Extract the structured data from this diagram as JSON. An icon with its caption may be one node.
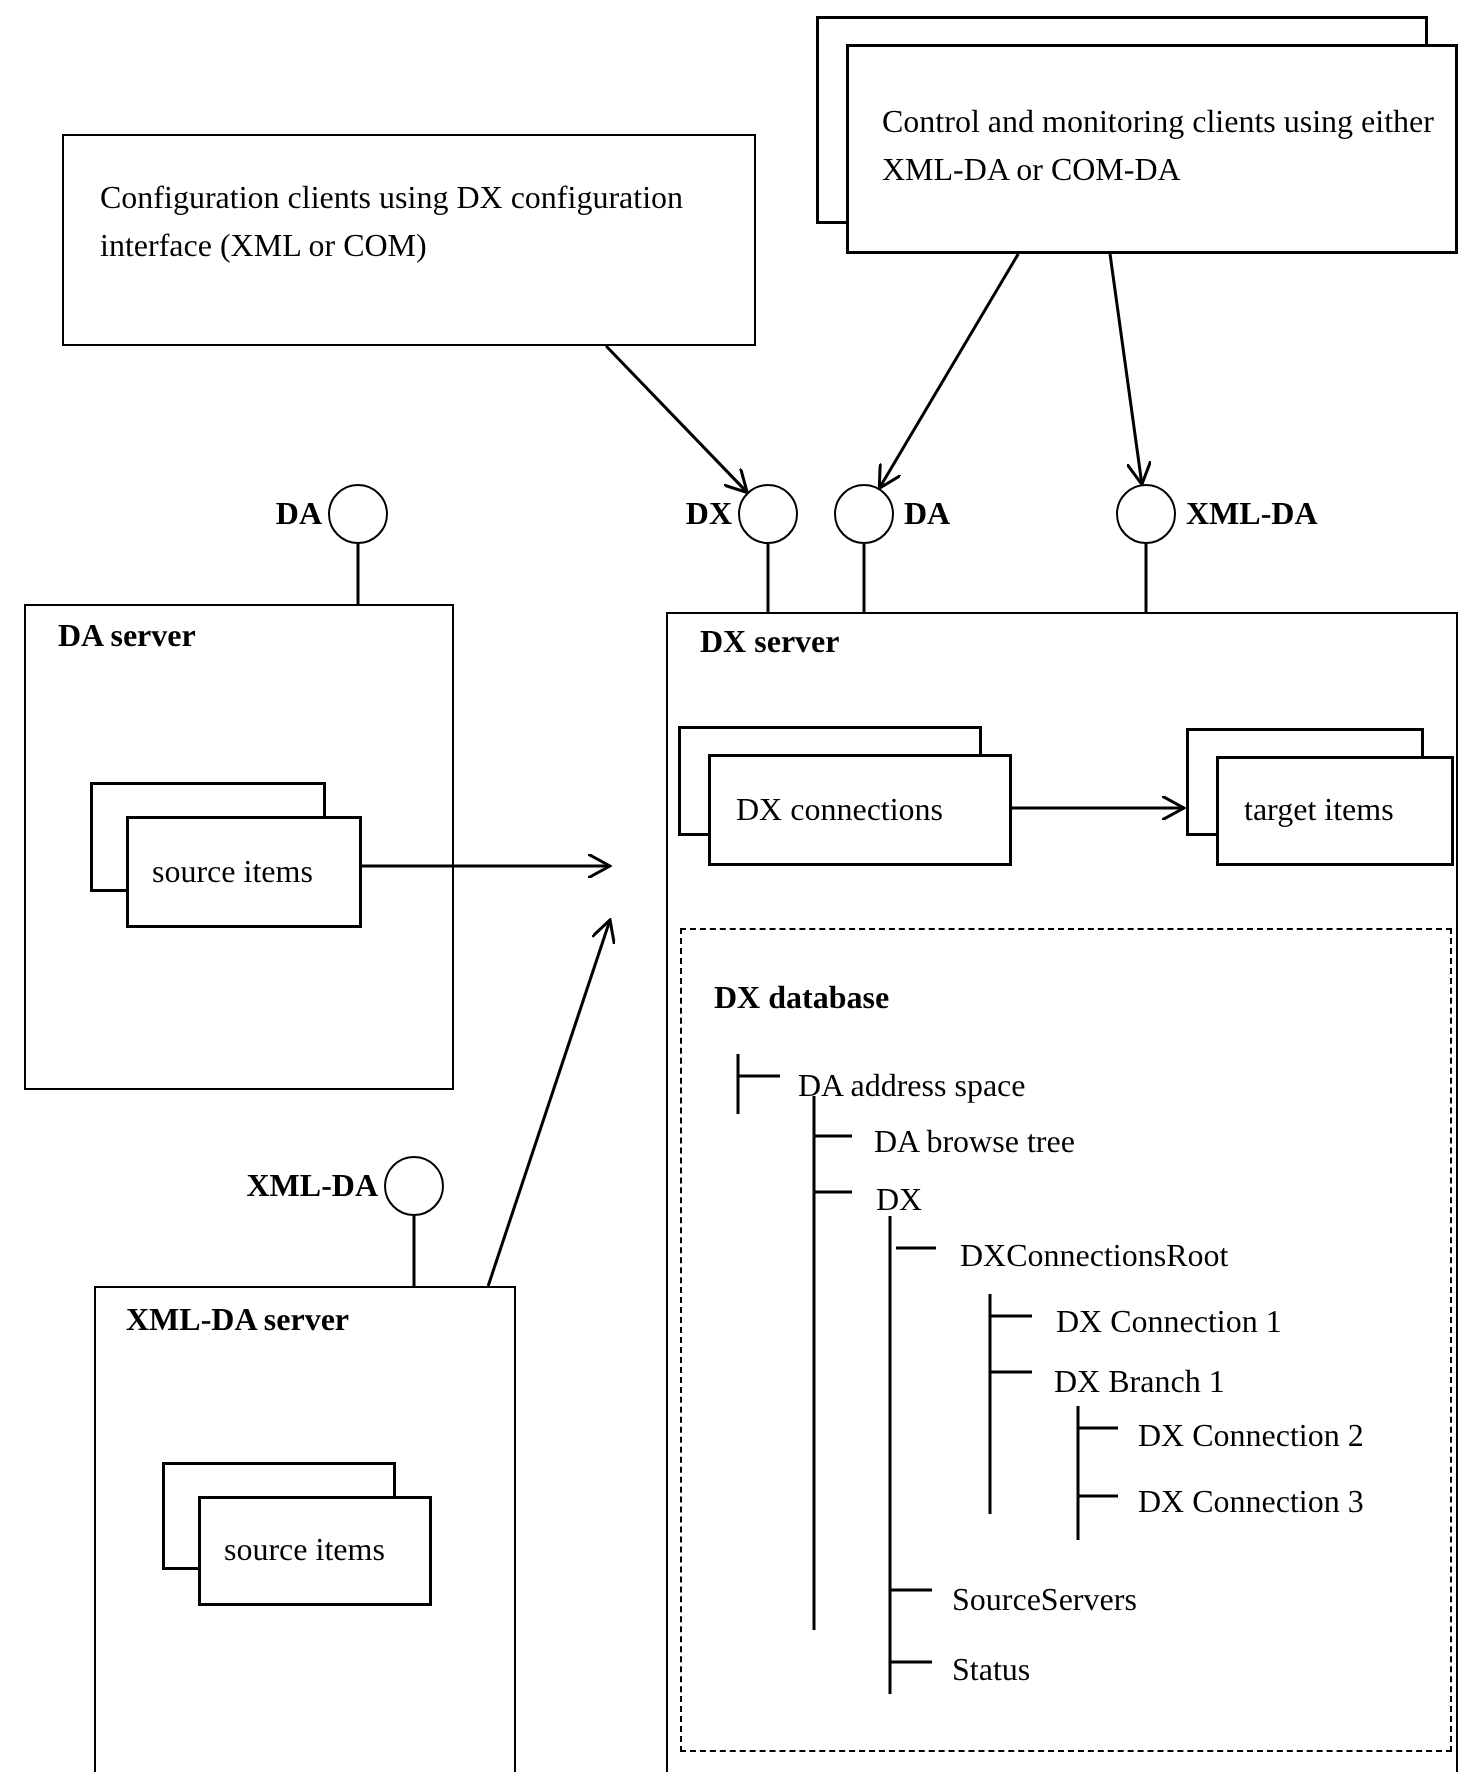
{
  "diagram": {
    "nodes": [
      {
        "text": [
          "Configuration clients using DX configuration interface (XML or COM)"
        ]
      },
      {
        "text": [
          "Control and monitoring clients using either XML-DA or COM-DA"
        ]
      },
      {
        "text": [
          "DA server"
        ]
      },
      {
        "text": [
          "source items"
        ],
        "in": 2
      },
      {
        "text": [
          "XML-DA server"
        ]
      },
      {
        "text": [
          "source items"
        ],
        "in": 4
      },
      {
        "text": [
          "DX server"
        ]
      },
      {
        "text": [
          "DX connections"
        ],
        "in": 6
      },
      {
        "text": [
          "target items"
        ],
        "in": 6
      },
      {
        "text": [
          "DX database"
        ],
        "in": 6
      },
      {
        "text": [],
        "shape": "circle",
        "beside": [
          "DA"
        ]
      },
      {
        "text": [],
        "shape": "circle",
        "beside": [
          "DX"
        ]
      },
      {
        "text": [],
        "shape": "circle",
        "beside": [
          "DA"
        ]
      },
      {
        "text": [],
        "shape": "circle",
        "beside": [
          "XML-DA"
        ]
      },
      {
        "text": [],
        "shape": "circle",
        "beside": [
          "XML-DA"
        ]
      }
    ],
    "edges": [
      {
        "from": 0,
        "to": 11,
        "arrow": "to"
      },
      {
        "from": 1,
        "to": 12,
        "arrow": "to"
      },
      {
        "from": 1,
        "to": 13,
        "arrow": "to"
      },
      {
        "from": 10,
        "to": 2,
        "arrow": "none"
      },
      {
        "from": 11,
        "to": 6,
        "arrow": "none"
      },
      {
        "from": 12,
        "to": 6,
        "arrow": "none"
      },
      {
        "from": 13,
        "to": 6,
        "arrow": "none"
      },
      {
        "from": 14,
        "to": 4,
        "arrow": "none"
      },
      {
        "from": 3,
        "to": null,
        "arrow": "to"
      },
      {
        "from": 4,
        "to": null,
        "arrow": "to"
      },
      {
        "from": 7,
        "to": 8,
        "arrow": "to"
      }
    ],
    "labels": [
      "DA address space",
      "DA browse tree",
      "DX",
      "DXConnectionsRoot",
      "DX Connection 1",
      "DX Branch 1",
      "DX Connection 2",
      "DX Connection 3",
      "SourceServers",
      "Status"
    ]
  }
}
